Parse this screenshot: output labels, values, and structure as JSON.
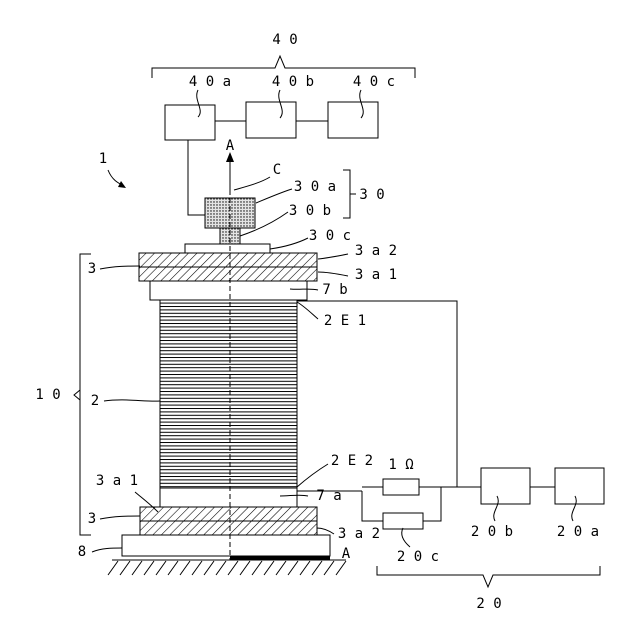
{
  "labels": {
    "sys_40": "4 0",
    "sys_40a": "4 0 a",
    "sys_40b": "4 0 b",
    "sys_40c": "4 0 c",
    "axis_top": "A",
    "axis_bottom": "A",
    "center_c": "C",
    "ref_1": "1",
    "sys_30": "3 0",
    "sens_30a": "3 0 a",
    "sens_30b": "3 0 b",
    "sens_30c": "3 0 c",
    "plate_3_top": "3",
    "plate_3a2_top": "3 a 2",
    "plate_3a1_top": "3 a 1",
    "insul_7b": "7 b",
    "elec_2E1": "2 E 1",
    "stack_10": "1 0",
    "stack_2": "2",
    "elec_2E2": "2 E 2",
    "res_10": "1 Ω",
    "plate_3a1_bot": "3 a 1",
    "insul_7a": "7 a",
    "plate_3_bot": "3",
    "plate_3a2_bot": "3 a 2",
    "cap_20c": "2 0 c",
    "unit_20b": "2 0 b",
    "unit_20a": "2 0 a",
    "base_8": "8",
    "sys_20": "2 0"
  },
  "colors": {
    "ink": "#000000",
    "sensor_fill": "#dcdcdc"
  }
}
